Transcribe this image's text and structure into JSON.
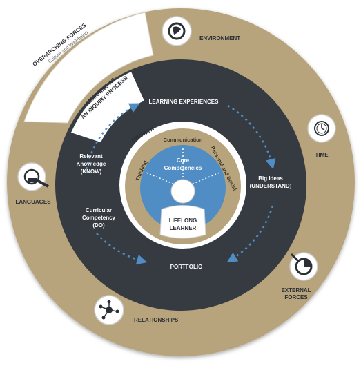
{
  "overarching": {
    "title": "OVERARCHING FORCES",
    "subtitle": "Culture and Well-being"
  },
  "inquiry": {
    "line1": "LEARNING AS",
    "line2": "AN INQUIRY PROCESS"
  },
  "outer_forces": [
    {
      "label": "ENVIRONMENT",
      "icon": "globe-icon"
    },
    {
      "label": "TIME",
      "icon": "clock-icon"
    },
    {
      "label": "LANGUAGES",
      "icon": "speech-bubble-icon"
    },
    {
      "label": "RELATIONSHIPS",
      "icon": "network-icon"
    },
    {
      "label": "EXTERNAL",
      "label2": "FORCES",
      "icon": "external-forces-icon"
    }
  ],
  "inquiry_labels": {
    "top": "LEARNING EXPERIENCES",
    "bottom": "PORTFOLIO",
    "left1": [
      "Relevant",
      "Knowledge",
      "(KNOW)"
    ],
    "left2": [
      "Curricular",
      "Competency",
      "(DO)"
    ],
    "right": [
      "Big ideas",
      "(UNDERSTAND)"
    ]
  },
  "growth": "GROWTH",
  "competencies": {
    "communication": "Communication",
    "thinking": "Thinking",
    "personal_social": "Personal and Social",
    "core": [
      "Core",
      "Competencies"
    ]
  },
  "center": [
    "LIFELONG",
    "LEARNER"
  ],
  "colors": {
    "gold": "#b8a47c",
    "dark": "#363b42",
    "blue": "#4f8dc4",
    "white": "#ffffff",
    "text_dark": "#2b2f36"
  }
}
